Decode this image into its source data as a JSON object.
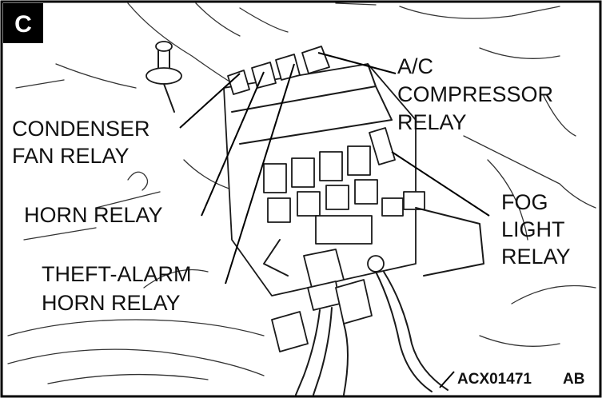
{
  "section_tag": "C",
  "labels": {
    "ac_line1": "A/C",
    "ac_line2": "COMPRESSOR",
    "ac_line3": "RELAY",
    "condenser_line1": "CONDENSER",
    "condenser_line2": "FAN RELAY",
    "horn": "HORN RELAY",
    "theft_line1": "THEFT-ALARM",
    "theft_line2": "HORN RELAY",
    "fog_line1": "FOG",
    "fog_line2": "LIGHT",
    "fog_line3": "RELAY"
  },
  "figure_code": "ACX01471",
  "figure_suffix": "AB",
  "colors": {
    "ink": "#111111",
    "background": "#ffffff",
    "tag": "#000000"
  }
}
